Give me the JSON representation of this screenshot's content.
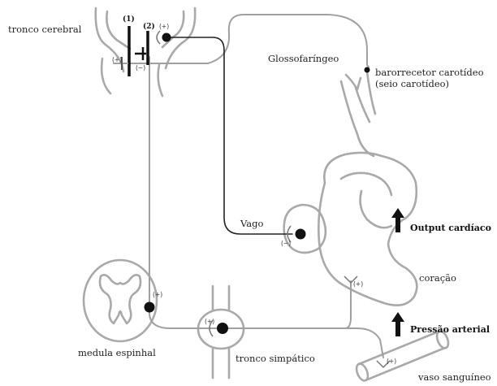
{
  "labels": {
    "tronco_cerebral": "tronco cerebral",
    "glossofaringeo": "Glossofaríngeo",
    "barorreceptor_1": "barorrecetor carotídeo",
    "barorreceptor_2": "(seio carotídeo)",
    "vago": "Vago",
    "output_cardiaco": "Output cardíaco",
    "coracao": "coração",
    "pressao_arterial": "Pressão arterial",
    "medula_espinhal": "medula espinhal",
    "tronco_simpatico": "tronco simpático",
    "vaso_sanguineo": "vaso sanguíneo"
  },
  "neuron_numbers": {
    "n1": "(1)",
    "n2": "(2)"
  },
  "synapse_signs": {
    "brainstem_excitatory": "(+)",
    "brainstem_left": "(+)",
    "brainstem_inhibitory": "(−)",
    "vagal_heart": "(−)",
    "spinal": "(+)",
    "sympathetic_ganglion": "(+)",
    "heart_sympathetic": "(+)",
    "vessel": "(+)"
  },
  "arrows": {
    "output_direction": "up",
    "pressure_direction": "up"
  },
  "colors": {
    "pathway_afferent_efferent_sympathetic": "#a0a0a0",
    "pathway_vagal": "#222222",
    "organ_outline": "#a9a9a9"
  }
}
